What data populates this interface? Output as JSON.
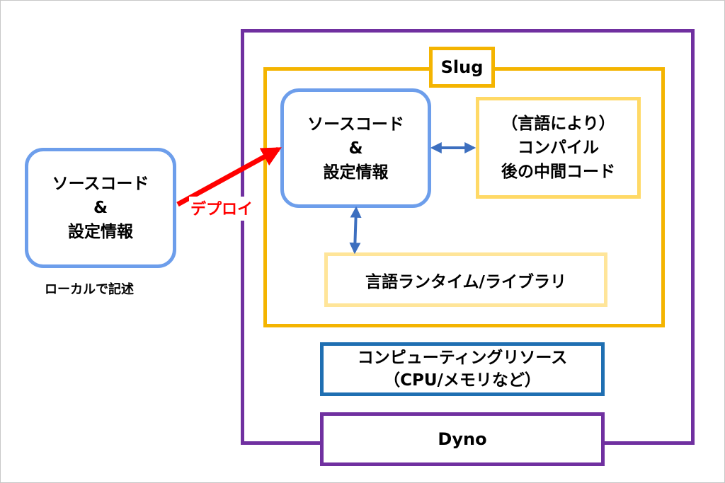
{
  "colors": {
    "dyno": "#7030a0",
    "slug": "#f4b400",
    "source_box": "#6d9eeb",
    "compiled_box": "#ffd966",
    "runtime_box": "#ffe599",
    "compute_box": "#1f6fb2",
    "deploy_arrow": "#ff0000",
    "link_arrow": "#3d6fbf"
  },
  "nodes": {
    "local_source": {
      "lines": [
        "ソースコード",
        "&",
        "設定情報"
      ]
    },
    "local_caption": "ローカルで記述",
    "deploy_label": "デプロイ",
    "slug_title": "Slug",
    "deployed_source": {
      "lines": [
        "ソースコード",
        "&",
        "設定情報"
      ]
    },
    "compiled_code": {
      "lines": [
        "（言語により）",
        "コンパイル",
        "後の中間コード"
      ]
    },
    "runtime_library": "言語ランタイム/ライブラリ",
    "computing_resources": {
      "lines": [
        "コンピューティングリソース",
        "（CPU/メモリなど）"
      ]
    },
    "dyno_title": "Dyno"
  },
  "edges": [
    {
      "from": "local_source",
      "to": "deployed_source",
      "label": "デプロイ",
      "style": "single-arrow"
    },
    {
      "from": "deployed_source",
      "to": "compiled_code",
      "style": "double-arrow"
    },
    {
      "from": "deployed_source",
      "to": "runtime_library",
      "style": "double-arrow"
    }
  ]
}
